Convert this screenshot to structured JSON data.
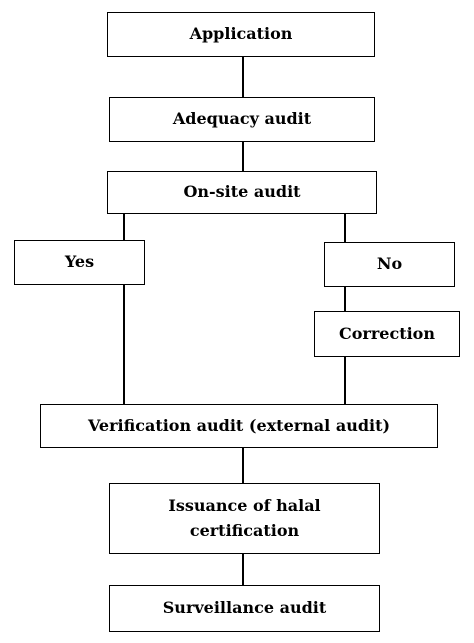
{
  "flowchart": {
    "application": "Application",
    "adequacy_audit": "Adequacy audit",
    "onsite_audit": "On-site audit",
    "yes": "Yes",
    "no": "No",
    "correction": "Correction",
    "verification_audit": "Verification audit (external audit)",
    "issuance_line1": "Issuance of halal",
    "issuance_line2": "certification",
    "surveillance_audit": "Surveillance audit"
  }
}
